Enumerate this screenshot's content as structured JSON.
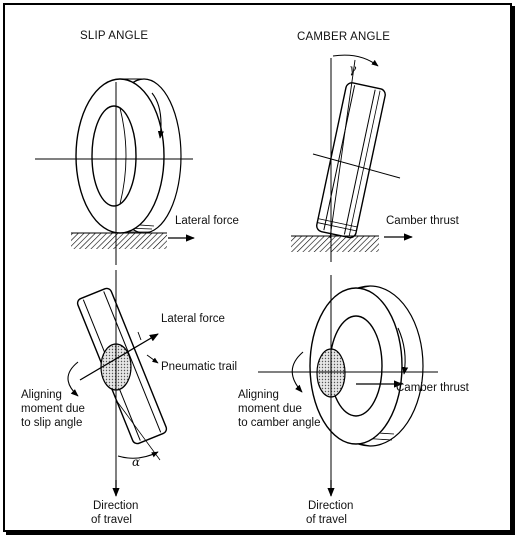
{
  "titles": {
    "slip_angle": "SLIP ANGLE",
    "camber_angle": "CAMBER ANGLE"
  },
  "labels": {
    "lateral_force_top": "Lateral force",
    "camber_thrust_top": "Camber thrust",
    "lateral_force_bottom": "Lateral force",
    "pneumatic_trail": "Pneumatic trail",
    "camber_thrust_bottom": "Camber thrust",
    "aligning_slip": [
      "Aligning",
      "moment due",
      "to slip angle"
    ],
    "aligning_camber": [
      "Aligning",
      "moment due",
      "to camber angle"
    ],
    "direction_left": [
      "Direction",
      "of travel"
    ],
    "direction_right": [
      "Direction",
      "of travel"
    ]
  },
  "symbols": {
    "alpha": "α",
    "gamma": "γ"
  }
}
